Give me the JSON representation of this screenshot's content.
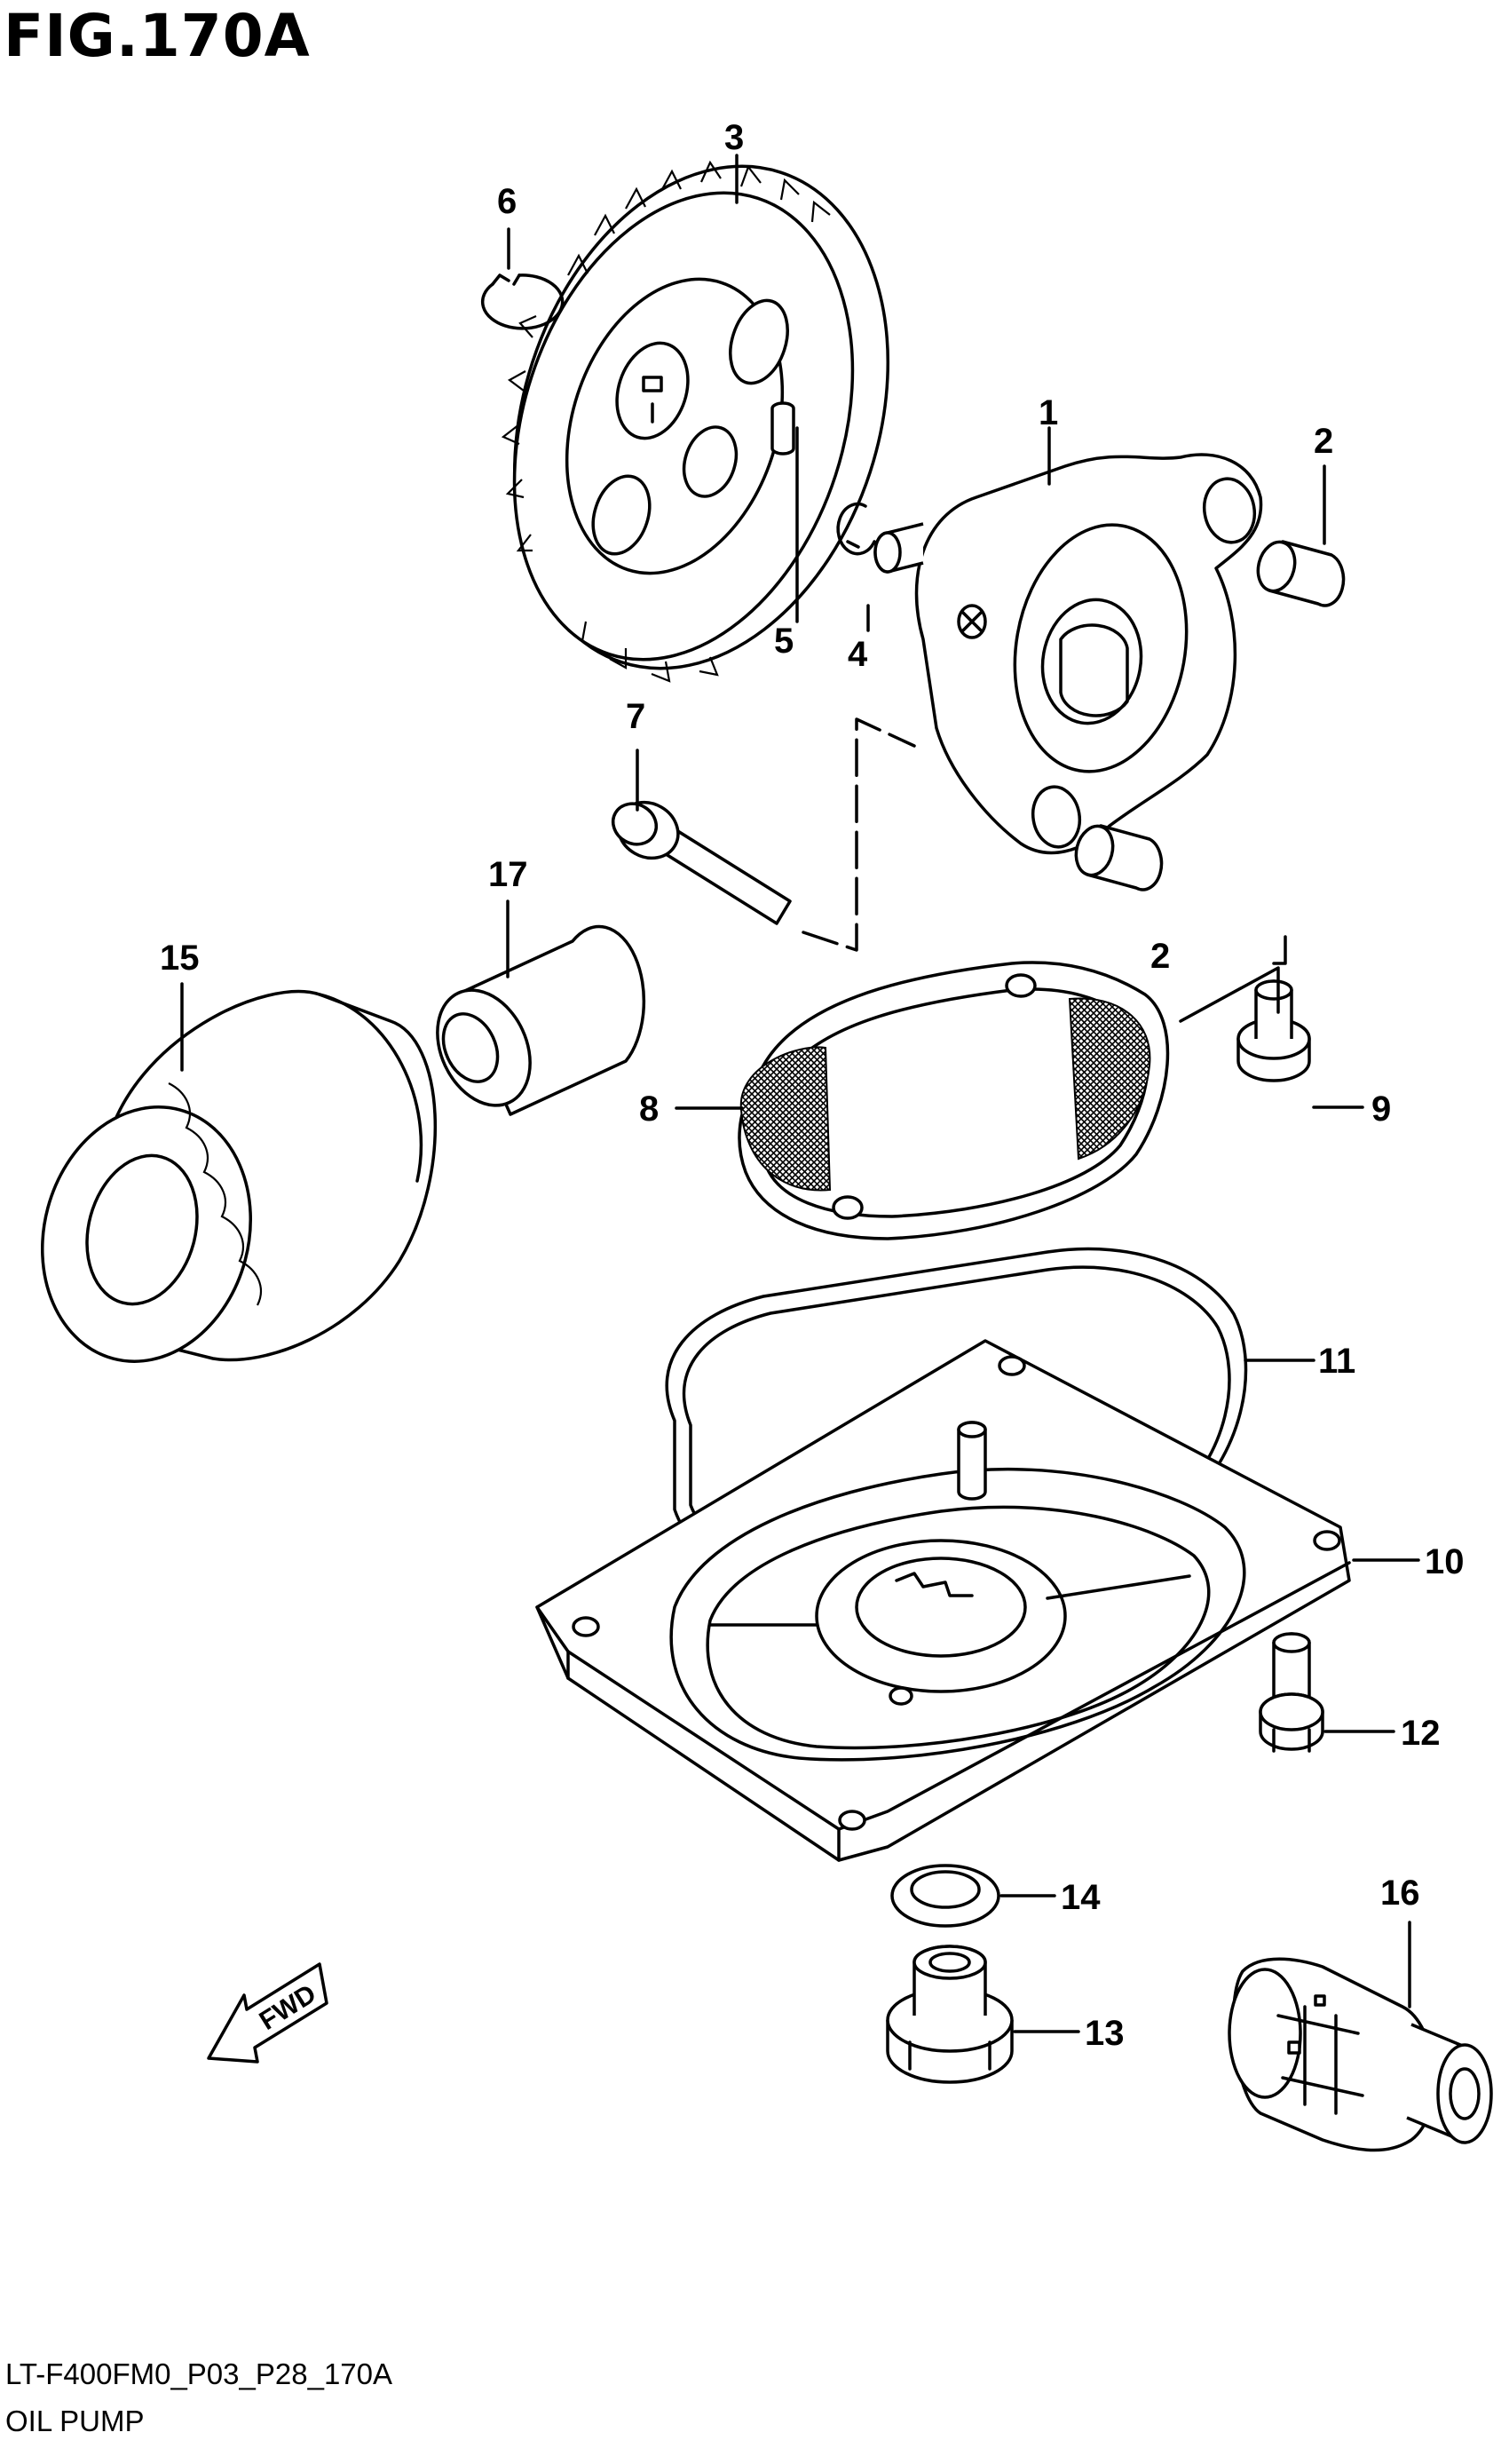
{
  "figure": {
    "title": "FIG.170A",
    "code": "LT-F400FM0_P03_P28_170A",
    "name": "OIL PUMP",
    "fwd_label": "FWD"
  },
  "callouts": [
    {
      "id": "1",
      "label": "1"
    },
    {
      "id": "2a",
      "label": "2"
    },
    {
      "id": "2b",
      "label": "2"
    },
    {
      "id": "3",
      "label": "3"
    },
    {
      "id": "4",
      "label": "4"
    },
    {
      "id": "5",
      "label": "5"
    },
    {
      "id": "6",
      "label": "6"
    },
    {
      "id": "7",
      "label": "7"
    },
    {
      "id": "8",
      "label": "8"
    },
    {
      "id": "9",
      "label": "9"
    },
    {
      "id": "10",
      "label": "10"
    },
    {
      "id": "11",
      "label": "11"
    },
    {
      "id": "12",
      "label": "12"
    },
    {
      "id": "13",
      "label": "13"
    },
    {
      "id": "14",
      "label": "14"
    },
    {
      "id": "15",
      "label": "15"
    },
    {
      "id": "16",
      "label": "16"
    },
    {
      "id": "17",
      "label": "17"
    }
  ]
}
